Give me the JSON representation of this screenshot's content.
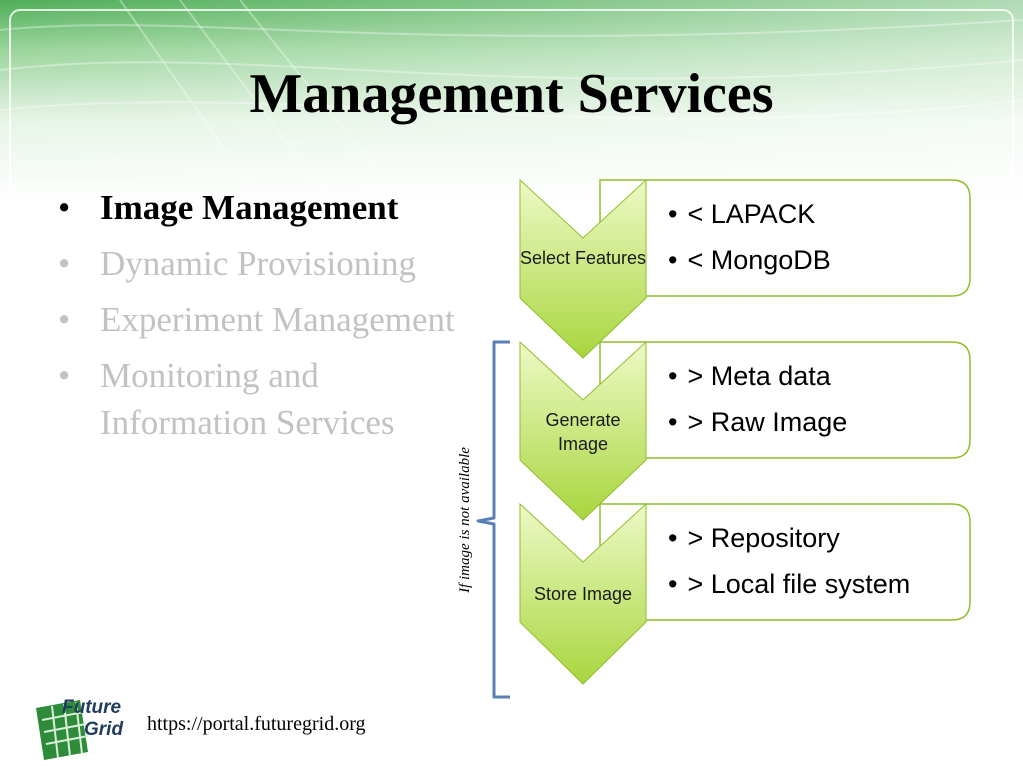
{
  "slide": {
    "title": "Management Services",
    "bullets": [
      {
        "text": "Image Management",
        "active": true
      },
      {
        "text": "Dynamic Provisioning",
        "active": false
      },
      {
        "text": "Experiment Management",
        "active": false
      },
      {
        "text": "Monitoring and Information Services",
        "active": false
      }
    ],
    "bullet_glyph": "•"
  },
  "diagram": {
    "steps": [
      {
        "label": "Select Features",
        "items": [
          "< LAPACK",
          "< MongoDB"
        ]
      },
      {
        "label": "Generate Image",
        "items": [
          "> Meta data",
          "> Raw Image"
        ]
      },
      {
        "label": "Store Image",
        "items": [
          "> Repository",
          "> Local file system"
        ]
      }
    ],
    "bracket_note": "If image is not available",
    "colors": {
      "chevron_light": "#eef9c6",
      "chevron_dark": "#a8d63e",
      "chevron_border": "#8fbf2a",
      "box_border": "#8fbf2a",
      "bracket": "#5b7fb5"
    }
  },
  "footer": {
    "logo_line1": "Future",
    "logo_line2": "Grid",
    "url": "https://portal.futuregrid.org"
  },
  "colors": {
    "title": "#000000",
    "bullet_active": "#000000",
    "bullet_inactive": "#c2c2c2",
    "bg_green": "#5fbf5f"
  }
}
